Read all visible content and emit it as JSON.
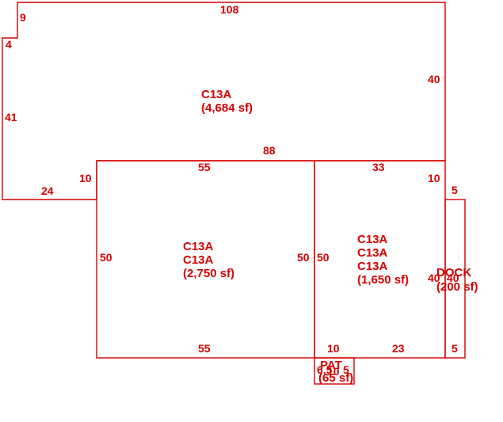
{
  "accent_color": "#d40000",
  "sketch": {
    "top_section": {
      "labels": [
        "C13A",
        "(4,684 sf)"
      ],
      "dims": {
        "top": "108",
        "step_top": "9",
        "step_side": "4",
        "left": "41",
        "bottom_left": "24",
        "inner_left": "10",
        "bottom_mid": "88",
        "right": "40"
      }
    },
    "left_section": {
      "labels": [
        "C13A",
        "C13A",
        "(2,750 sf)"
      ],
      "dims": {
        "top": "55",
        "left": "50",
        "right": "50",
        "bottom": "55"
      }
    },
    "right_section": {
      "labels": [
        "C13A",
        "C13A",
        "C13A",
        "(1,650 sf)"
      ],
      "dims": {
        "top": "33",
        "right_top": "10",
        "left": "50",
        "right": "40",
        "bottom_left": "10",
        "bottom": "23"
      }
    },
    "dock": {
      "labels": [
        "DOCK",
        "(200 sf)"
      ],
      "dims": {
        "top": "5",
        "left": "40",
        "bottom": "5"
      }
    },
    "patio": {
      "labels": [
        "PAT",
        "(65 sf)"
      ],
      "dims": {
        "left": "6.5",
        "center": "10",
        "right": "5"
      }
    }
  }
}
